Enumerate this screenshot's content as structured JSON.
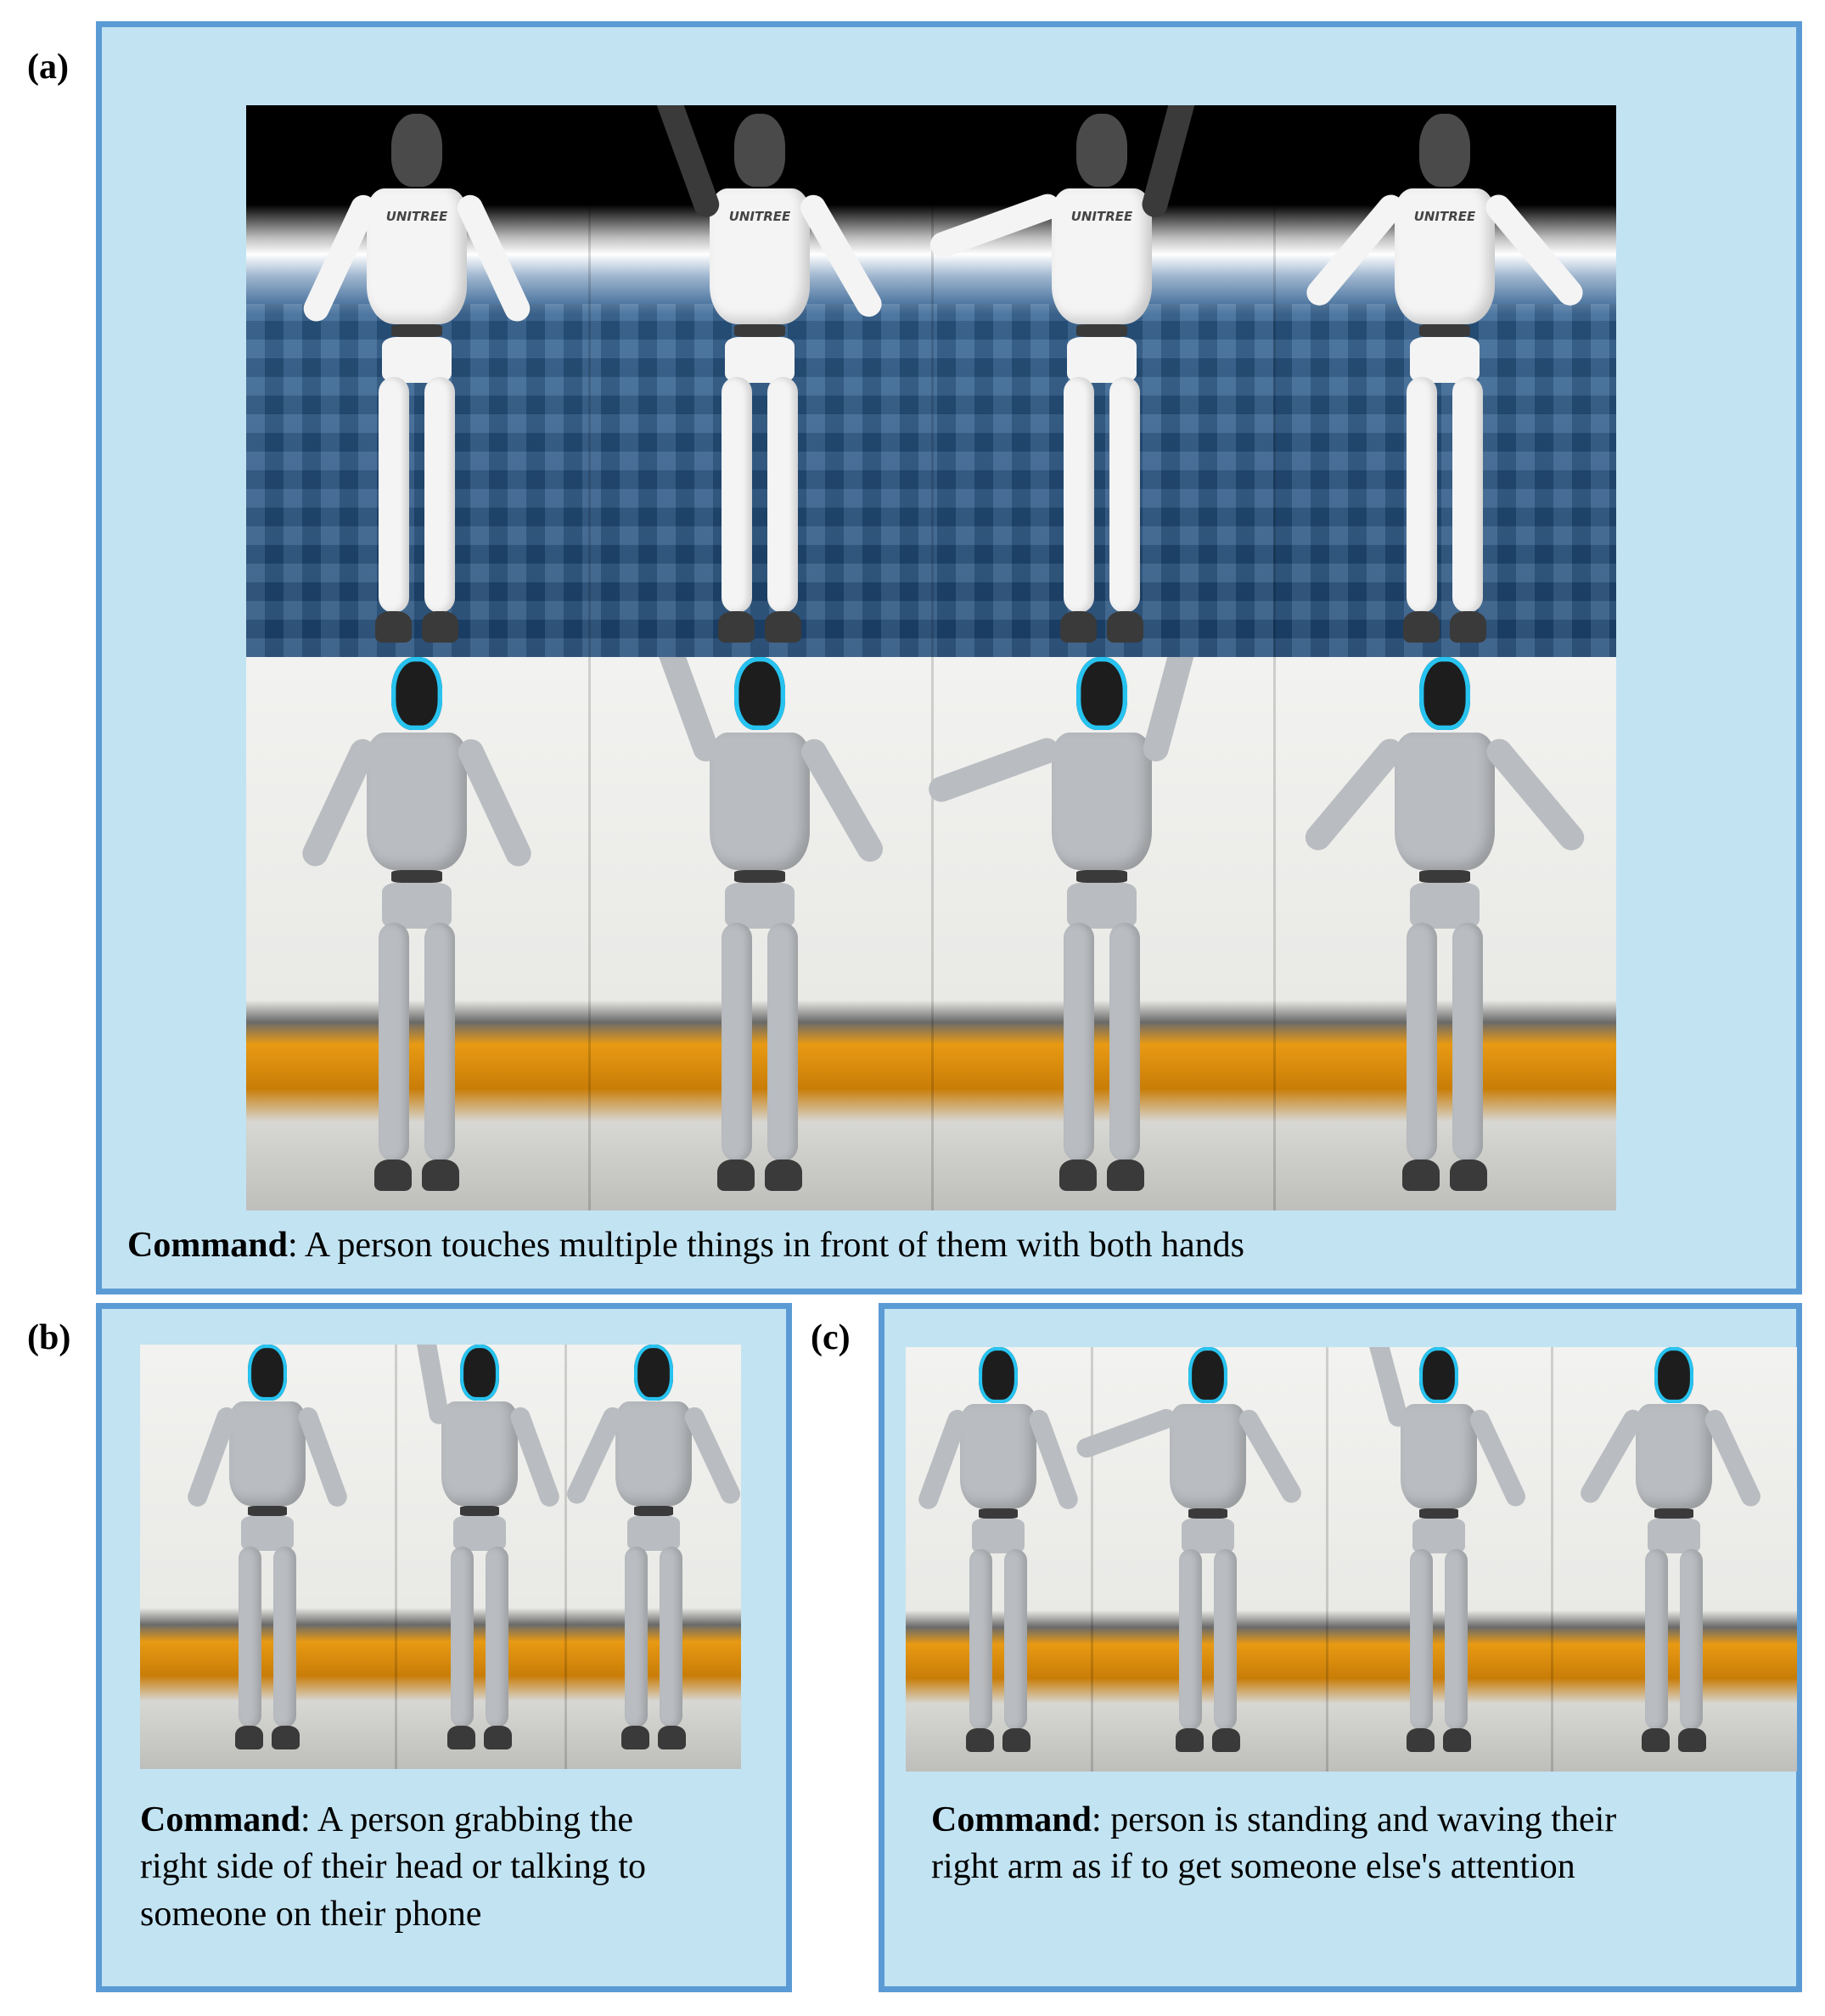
{
  "panels": {
    "a": {
      "label": "(a)",
      "command_word": "Command",
      "command_text": ": A person touches multiple things in front of them with both hands"
    },
    "b": {
      "label": "(b)",
      "command_word": "Command",
      "command_text_1": ":  A person grabbing the",
      "command_text_2": "right side of their head or talking to",
      "command_text_3": "someone on their phone"
    },
    "c": {
      "label": "(c)",
      "command_word": "Command",
      "command_text_1": ": person is standing and waving their",
      "command_text_2": "right arm as if to get someone else's attention"
    }
  },
  "logo_text": "UNITREE",
  "colors": {
    "panel_fill": "#c2e3f2",
    "panel_border": "#5b9bd5",
    "sim_robot_body": "#f4f4f4",
    "sim_robot_dark": "#3a3a3a",
    "real_robot_body": "#b9bcc0",
    "real_robot_visor": "#27c3f0"
  }
}
